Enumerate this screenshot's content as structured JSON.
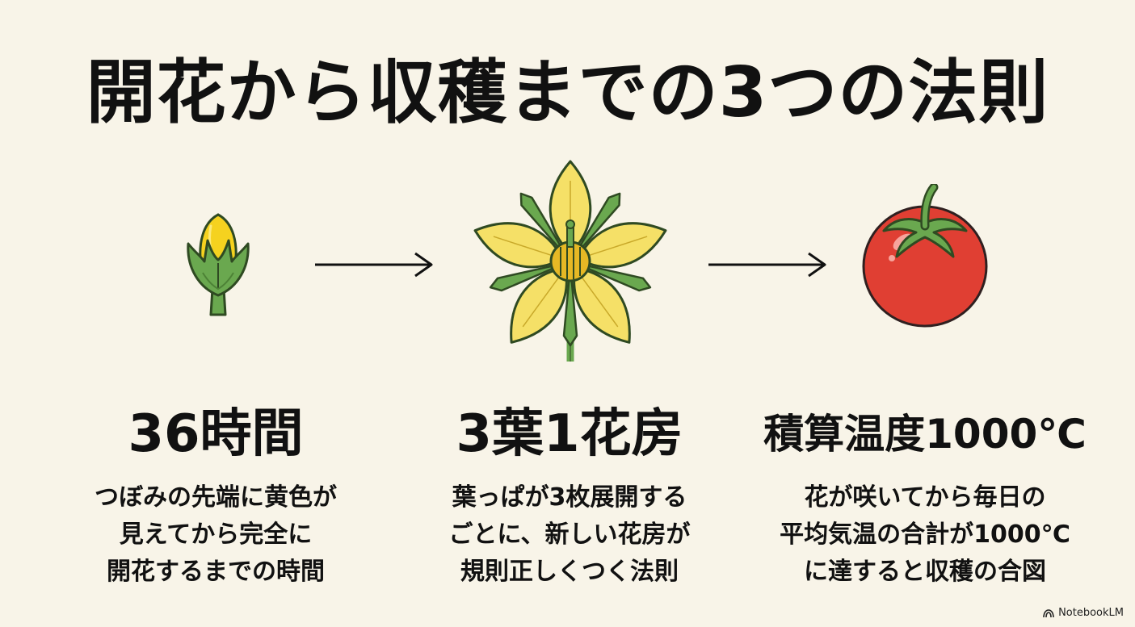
{
  "title": "開花から収穫までの3つの法則",
  "stages": [
    {
      "heading": "36時間",
      "icon": "flower-bud-icon",
      "description": [
        "つぼみの先端に黄色が",
        "見えてから完全に",
        "開花するまでの時間"
      ]
    },
    {
      "heading": "3葉1花房",
      "icon": "tomato-flower-icon",
      "description": [
        "葉っぱが3枚展開する",
        "ごとに、新しい花房が",
        "規則正しくつく法則"
      ]
    },
    {
      "heading": "積算温度1000℃",
      "icon": "tomato-icon",
      "description": [
        "花が咲いてから毎日の",
        "平均気温の合計が1000℃",
        "に達すると収穫の合図"
      ]
    }
  ],
  "brand": "NotebookLM",
  "colors": {
    "background": "#f8f4e8",
    "bud_yellow": "#f5d21f",
    "flower_yellow": "#f5e067",
    "leaf_green": "#6aa84f",
    "tomato_red": "#e03f33"
  }
}
